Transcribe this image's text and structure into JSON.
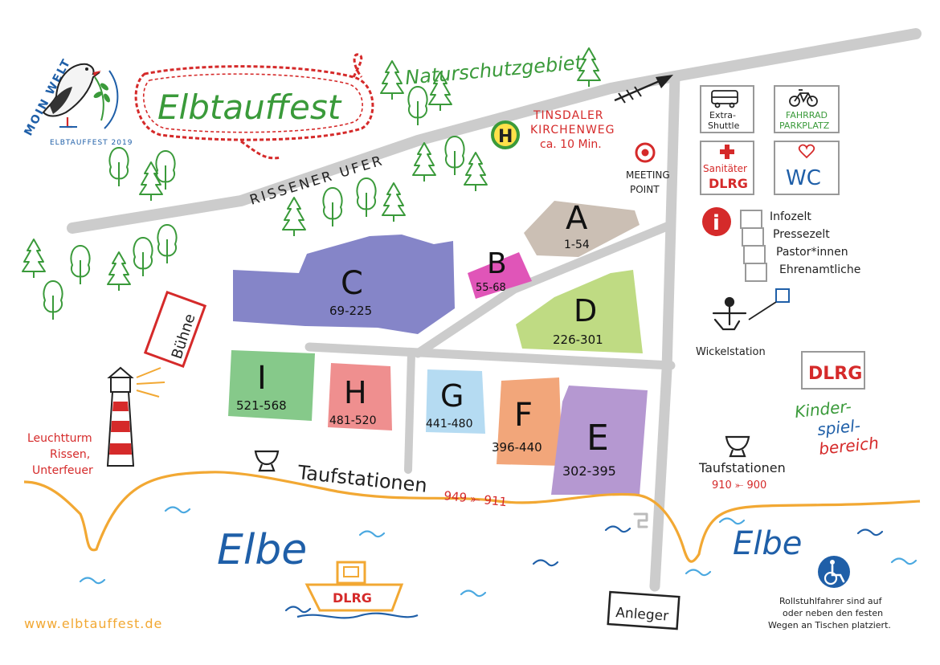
{
  "logo": {
    "arc_text": "MOIN WELT",
    "bottom_text": "ELBTAUFFEST 2019",
    "colors": {
      "blue": "#1f5fa8",
      "red": "#d52a2a",
      "green": "#3a9a3a"
    }
  },
  "title": "Elbtauffest",
  "areas": {
    "nature": "Naturschutzgebiet",
    "road": "RISSENER UFER"
  },
  "bus_stop": {
    "icon_letter": "H",
    "line1": "TINSDALER",
    "line2": "KIRCHENWEG",
    "line3": "ca. 10 Min."
  },
  "meeting_point": {
    "line1": "MEETING",
    "line2": "POINT"
  },
  "services": {
    "shuttle": {
      "line1": "Extra-",
      "line2": "Shuttle"
    },
    "bike": {
      "line1": "FAHRRAD",
      "line2": "PARKPLATZ"
    },
    "medic": {
      "line1": "Sanitäter",
      "line2": "DLRG"
    },
    "wc": "WC"
  },
  "info": {
    "icon_letter": "i",
    "items": [
      "Infozelt",
      "Pressezelt",
      "Pastor*innen",
      "Ehrenamtliche"
    ]
  },
  "changing_station": "Wickelstation",
  "stage": "Bühne",
  "blocks": [
    {
      "letter": "A",
      "range": "1-54",
      "color": "#cbbfb4"
    },
    {
      "letter": "B",
      "range": "55-68",
      "color": "#e055b8"
    },
    {
      "letter": "C",
      "range": "69-225",
      "color": "#8585c8"
    },
    {
      "letter": "D",
      "range": "226-301",
      "color": "#bfdb83"
    },
    {
      "letter": "E",
      "range": "302-395",
      "color": "#b598d1"
    },
    {
      "letter": "F",
      "range": "396-440",
      "color": "#f2a67a"
    },
    {
      "letter": "G",
      "range": "441-480",
      "color": "#b5dbf2"
    },
    {
      "letter": "H",
      "range": "481-520",
      "color": "#ef8f8f"
    },
    {
      "letter": "I",
      "range": "521-568",
      "color": "#86c98a"
    }
  ],
  "lighthouse": {
    "line1": "Leuchtturm",
    "line2": "Rissen,",
    "line3": "Unterfeuer"
  },
  "baptism_left": {
    "label": "Taufstationen",
    "range": "949 ⤜ 911"
  },
  "baptism_right": {
    "label": "Taufstationen",
    "range": "910 ⤜ 900"
  },
  "river": "Elbe",
  "boat_label": "DLRG",
  "pier": "Anleger",
  "kids": {
    "badge": "DLRG",
    "line1": "Kinder-",
    "line2": "spiel-",
    "line3": "bereich"
  },
  "wheelchair_note": [
    "Rollstuhlfahrer sind auf",
    "oder neben den festen",
    "Wegen an Tischen platziert."
  ],
  "website": "www.elbtauffest.de",
  "colors": {
    "road": "#cccccc",
    "river": "#f2a833",
    "red": "#d52a2a",
    "green": "#3a9a3a",
    "blue": "#1f5fa8"
  }
}
